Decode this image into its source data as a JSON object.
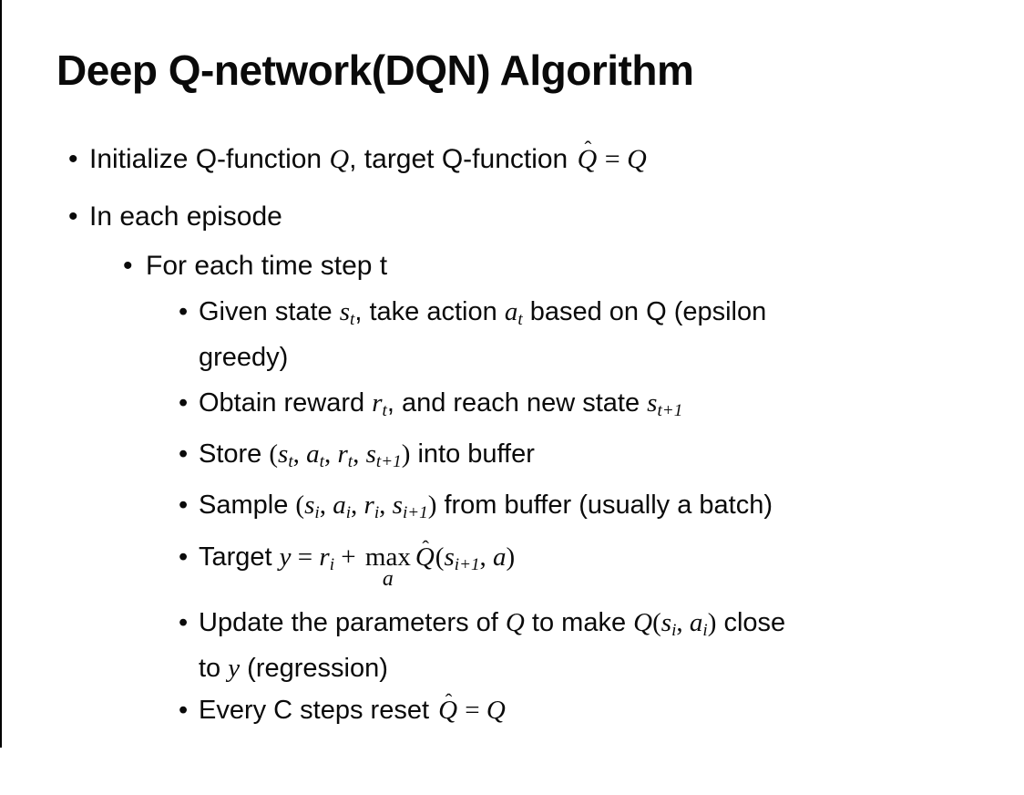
{
  "colors": {
    "background": "#ffffff",
    "text": "#0a0a0a",
    "edge_line": "#000000"
  },
  "slide": {
    "title": "Deep Q-network(DQN) Algorithm",
    "bullet_char": "•"
  },
  "bullets": [
    {
      "id": "initialize",
      "level": 1,
      "parts": [
        {
          "t": "Initialize Q-function "
        },
        {
          "t": "Q"
        },
        {
          "t": ", target Q-function "
        },
        {
          "t": "Q",
          "hat": "ˆ"
        },
        {
          "t": " = "
        },
        {
          "t": "Q"
        }
      ]
    },
    {
      "id": "episode",
      "level": 1,
      "parts": [
        {
          "t": "In each episode"
        }
      ]
    },
    {
      "id": "timestep",
      "level": 2,
      "parts": [
        {
          "t": "For each time step t"
        }
      ]
    },
    {
      "id": "given-state",
      "level": 3,
      "parts": [
        {
          "t": "Given state "
        },
        {
          "t": "s"
        },
        {
          "t": "t"
        },
        {
          "t": ", take action "
        },
        {
          "t": "a"
        },
        {
          "t": "t"
        },
        {
          "t": " based on Q (epsilon"
        },
        {
          "t": "greedy)"
        }
      ]
    },
    {
      "id": "obtain-reward",
      "level": 3,
      "parts": [
        {
          "t": "Obtain reward "
        },
        {
          "t": "r"
        },
        {
          "t": "t"
        },
        {
          "t": ", and reach new state "
        },
        {
          "t": "s"
        },
        {
          "t": "t+1"
        }
      ]
    },
    {
      "id": "store",
      "level": 3,
      "parts": [
        {
          "t": "Store "
        },
        {
          "t": "("
        },
        {
          "t": "s"
        },
        {
          "t": "t"
        },
        {
          "t": ", "
        },
        {
          "t": "a"
        },
        {
          "t": "t"
        },
        {
          "t": ", "
        },
        {
          "t": "r"
        },
        {
          "t": "t"
        },
        {
          "t": ", "
        },
        {
          "t": "s"
        },
        {
          "t": "t+1"
        },
        {
          "t": ")"
        },
        {
          "t": " into buffer"
        }
      ]
    },
    {
      "id": "sample",
      "level": 3,
      "parts": [
        {
          "t": "Sample "
        },
        {
          "t": "("
        },
        {
          "t": "s"
        },
        {
          "t": "i"
        },
        {
          "t": ", "
        },
        {
          "t": "a"
        },
        {
          "t": "i"
        },
        {
          "t": ", "
        },
        {
          "t": "r"
        },
        {
          "t": "i"
        },
        {
          "t": ", "
        },
        {
          "t": "s"
        },
        {
          "t": "i+1"
        },
        {
          "t": ")"
        },
        {
          "t": " from buffer (usually a batch)"
        }
      ]
    },
    {
      "id": "target",
      "level": 3,
      "parts": [
        {
          "t": "Target "
        },
        {
          "t": "y"
        },
        {
          "t": " = "
        },
        {
          "t": "r"
        },
        {
          "t": "i"
        },
        {
          "t": " + "
        },
        {
          "t": "max",
          "u": "a"
        },
        {
          "t": "Q",
          "hat": "ˆ"
        },
        {
          "t": "("
        },
        {
          "t": "s"
        },
        {
          "t": "i+1"
        },
        {
          "t": ", "
        },
        {
          "t": "a"
        },
        {
          "t": ")"
        }
      ]
    },
    {
      "id": "update",
      "level": 3,
      "parts": [
        {
          "t": "Update the parameters of "
        },
        {
          "t": "Q"
        },
        {
          "t": " to make "
        },
        {
          "t": "Q"
        },
        {
          "t": "("
        },
        {
          "t": "s"
        },
        {
          "t": "i"
        },
        {
          "t": ", "
        },
        {
          "t": "a"
        },
        {
          "t": "i"
        },
        {
          "t": ")"
        },
        {
          "t": " close"
        },
        {
          "t": "to "
        },
        {
          "t": "y"
        },
        {
          "t": " (regression)"
        }
      ]
    },
    {
      "id": "reset",
      "level": 3,
      "parts": [
        {
          "t": "Every C steps reset "
        },
        {
          "t": "Q",
          "hat": "ˆ"
        },
        {
          "t": " = "
        },
        {
          "t": "Q"
        }
      ]
    }
  ]
}
